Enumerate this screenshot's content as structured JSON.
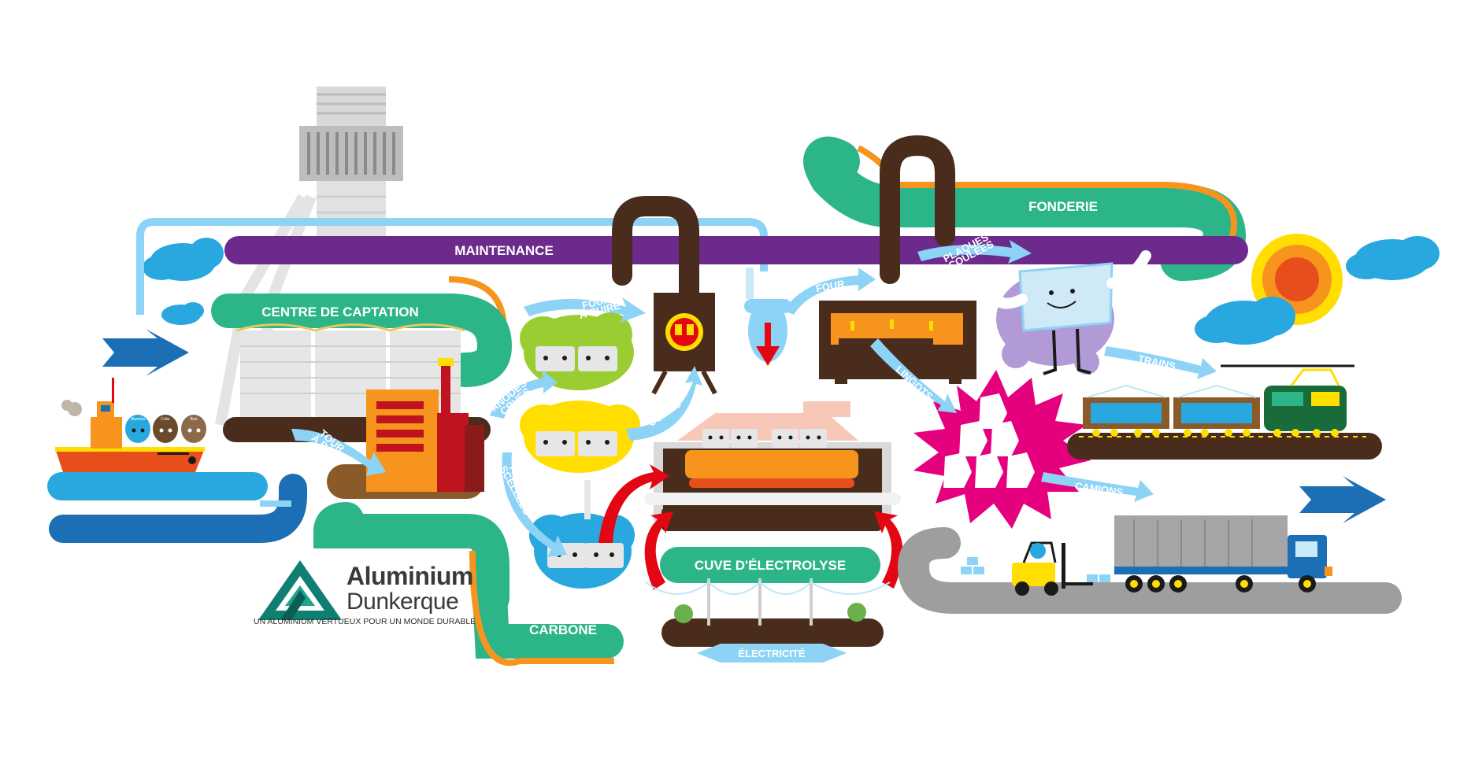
{
  "labels": {
    "maintenance": "MAINTENANCE",
    "centre_captation": "CENTRE DE CAPTATION",
    "fonderie": "FONDERIE",
    "cuve_electrolyse": "CUVE D'ÉLECTROLYSE",
    "carbone": "CARBONE"
  },
  "arrows": {
    "four_a_cuire": [
      "FOUR",
      "À CUIRE"
    ],
    "anodes_crues": [
      "ANODES",
      "CRUES"
    ],
    "anodes_cuites": [
      "ANODES",
      "CUITES"
    ],
    "tour_a_pate": [
      "TOUR",
      "À PÂTE"
    ],
    "anodes_scellees": [
      "ANODES",
      "SCELLÉES"
    ],
    "four": "FOUR",
    "plaques_coulees": [
      "PLAQUES",
      "COULÉES"
    ],
    "lingots": "LINGOTS",
    "trains": "TRAINS",
    "camions": "CAMIONS",
    "electricite": "ÉLECTRICITÉ"
  },
  "ship_bags": [
    "Alumina",
    "Coke",
    "Brai"
  ],
  "brand": {
    "name_line1": "Aluminium",
    "name_line2": "Dunkerque",
    "tagline": "UN ALUMINIUM VERTUEUX POUR UN MONDE DURABLE"
  },
  "colors": {
    "green": "#2db58a",
    "purple": "#6b2a8c",
    "orange": "#f7941d",
    "brown": "#4a2c1d",
    "light_blue": "#8dd3f6",
    "blue": "#29a8e0",
    "dark_blue": "#1c6fb5",
    "red": "#e30613",
    "magenta": "#e5007e",
    "yellow": "#ffde00",
    "lime": "#9acd32"
  }
}
